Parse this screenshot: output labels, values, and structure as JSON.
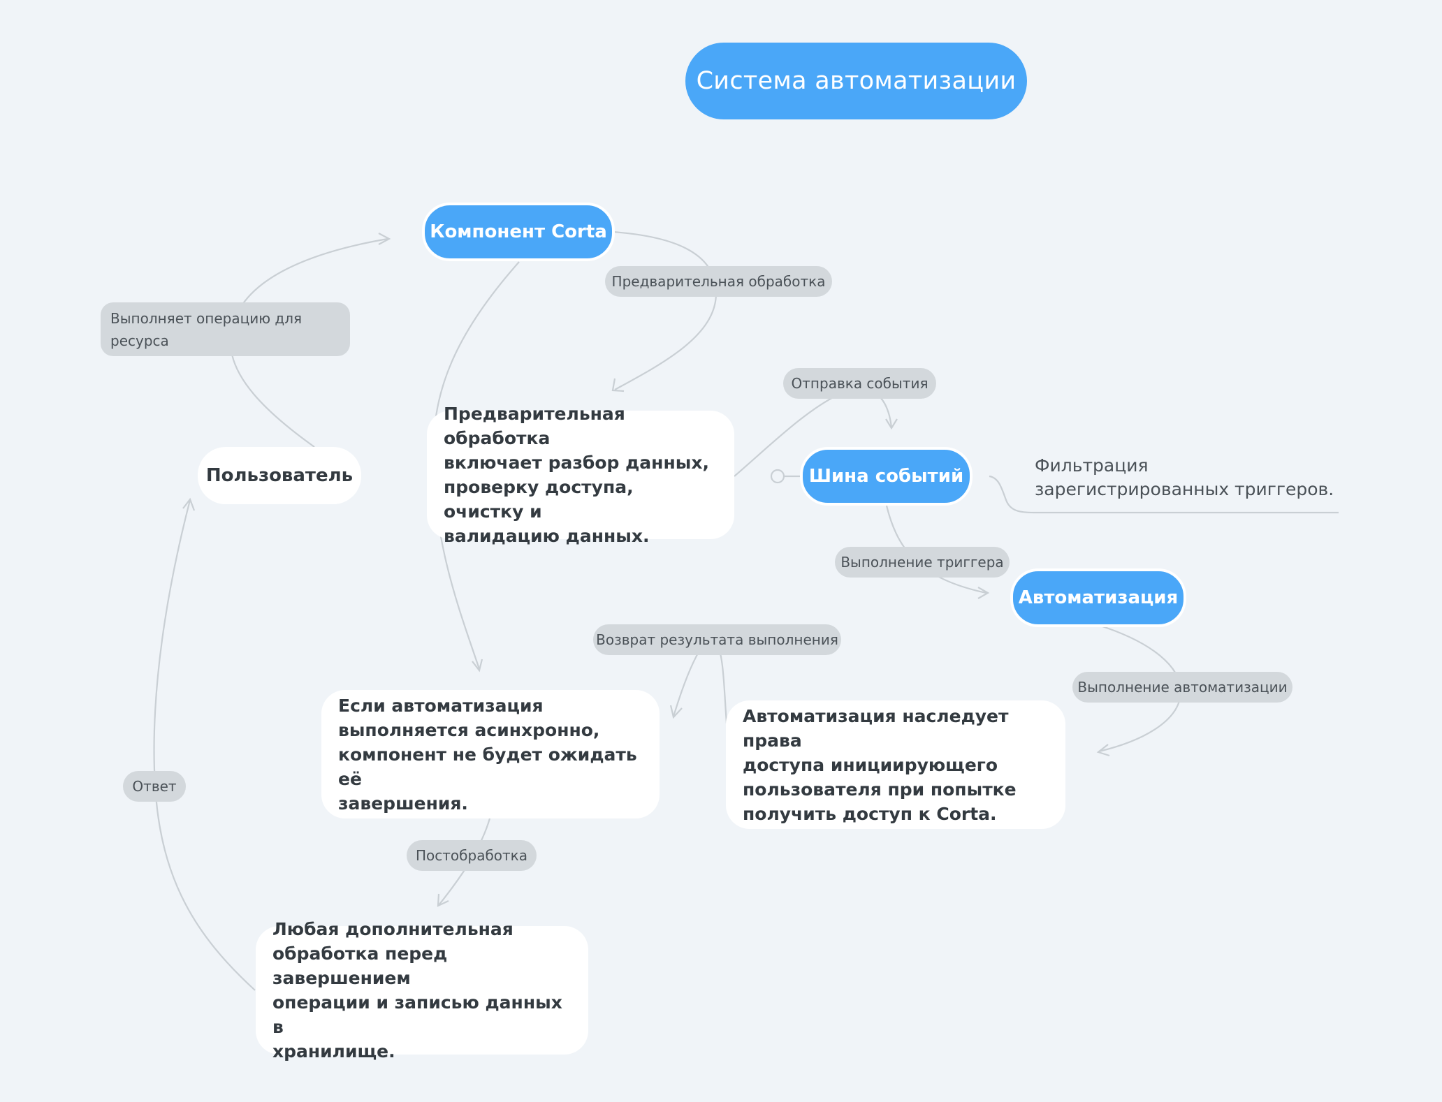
{
  "root": {
    "title": "Система автоматизации"
  },
  "nodes": {
    "corta": "Компонент Corta",
    "user": "Пользователь",
    "bus": "Шина событий",
    "automation": "Автоматизация",
    "preprocess_desc": [
      "Предварительная обработка",
      "включает разбор данных,",
      "проверку доступа, очистку и",
      "валидацию данных."
    ],
    "async_desc": [
      "Если автоматизация",
      "выполняется асинхронно,",
      "компонент не будет ожидать её",
      "завершения."
    ],
    "inherit_desc": [
      "Автоматизация наследует права",
      "доступа инициирующего",
      "пользователя при попытке",
      "получить доступ к Corta."
    ],
    "post_desc": [
      "Любая дополнительная",
      "обработка перед завершением",
      "операции и записью данных в",
      "хранилище."
    ],
    "filter_note": [
      "Фильтрация",
      "зарегистрированных триггеров."
    ]
  },
  "labels": {
    "performs_operation": [
      "Выполняет операцию для",
      "ресурса"
    ],
    "preprocessing": "Предварительная обработка",
    "send_event": "Отправка события",
    "trigger_exec": "Выполнение триггера",
    "return_result": "Возврат результата выполнения",
    "automation_exec": "Выполнение автоматизации",
    "postprocessing": "Постобработка",
    "response": "Ответ"
  }
}
